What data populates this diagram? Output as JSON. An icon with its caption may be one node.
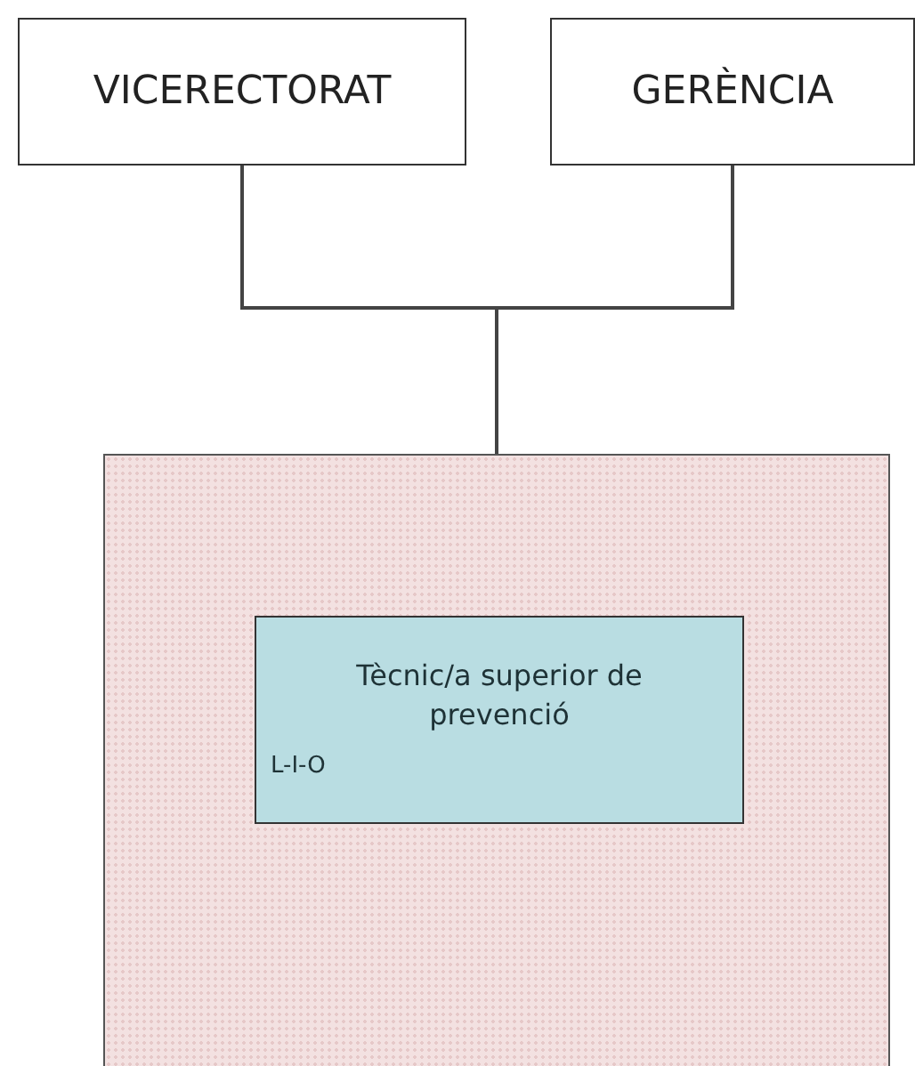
{
  "diagram": {
    "nodes": [
      {
        "text": [
          "VICERECTORAT"
        ]
      },
      {
        "text": [
          "GERÈNCIA"
        ]
      },
      {
        "text": [],
        "shape": "box"
      },
      {
        "text": [
          "Tècnic/a superior de prevenció",
          "L-I-O"
        ],
        "in": 2
      }
    ],
    "edges": [
      {
        "from": 0,
        "to": 2,
        "arrow": "none"
      },
      {
        "from": 1,
        "to": 2,
        "arrow": "none"
      }
    ]
  }
}
